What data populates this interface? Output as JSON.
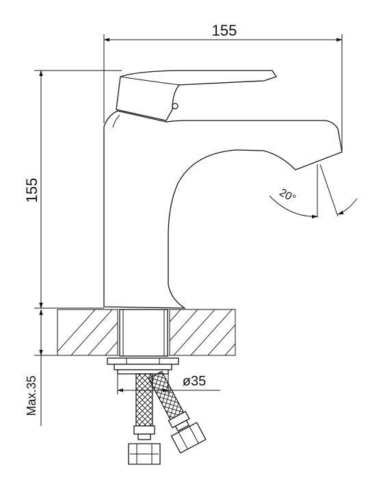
{
  "dimensions": {
    "width_label": "155",
    "height_label": "155",
    "spout_angle_label": "20°",
    "base_diameter_label": "ø35",
    "max_thickness_label": "Max.35"
  }
}
